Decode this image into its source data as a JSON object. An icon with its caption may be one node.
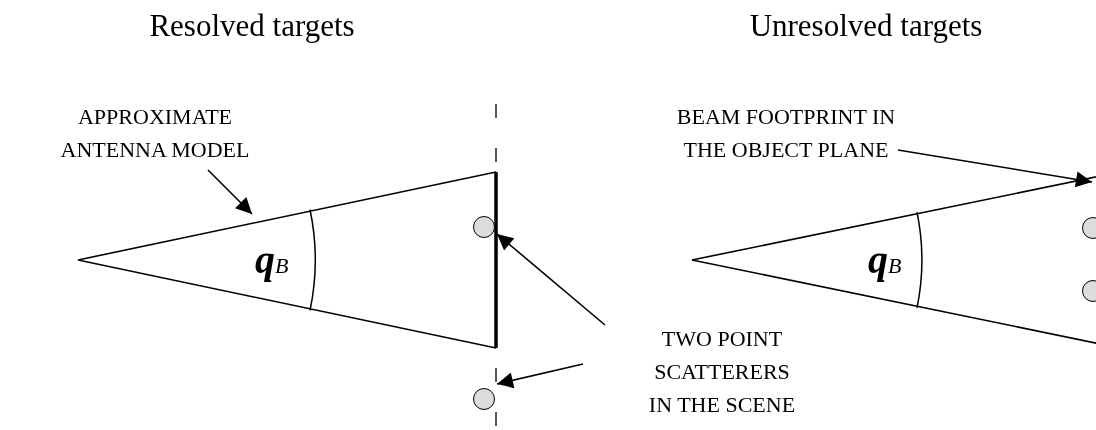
{
  "diagram": {
    "nodes": [
      {
        "text": [
          "APPROXIMATE ANTENNA MODEL"
        ]
      },
      {
        "text": [
          "**q**$_{B}$"
        ]
      },
      {
        "text": [],
        "shape": "circle",
        "in": 1
      },
      {
        "text": [],
        "shape": "circle"
      },
      {
        "text": [
          "TWO POINT SCATTERERS IN THE SCENE"
        ]
      },
      {
        "text": [
          "BEAM FOOTPRINT IN THE OBJECT PLANE"
        ]
      },
      {
        "text": [
          "**q**$_{B}$"
        ]
      },
      {
        "text": [],
        "shape": "circle"
      },
      {
        "text": [],
        "shape": "circle"
      }
    ],
    "edges": [
      {
        "from": 0,
        "to": 1,
        "arrow": "to"
      },
      {
        "from": 4,
        "to": 2,
        "arrow": "to"
      },
      {
        "from": 4,
        "to": 3,
        "arrow": "to"
      },
      {
        "from": 5,
        "to": 6,
        "arrow": "to"
      }
    ],
    "labels": [
      "Resolved targets",
      "Unresolved targets"
    ]
  }
}
